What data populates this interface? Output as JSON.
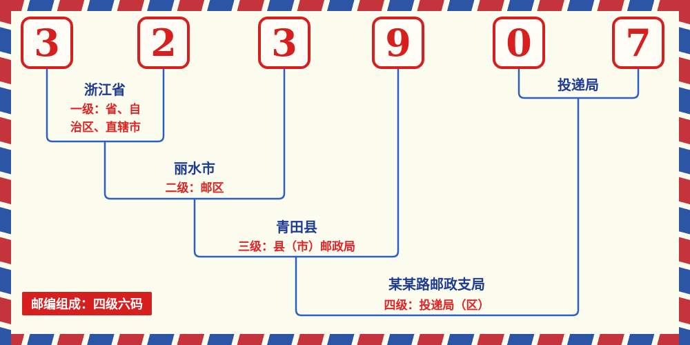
{
  "code": {
    "digits": [
      "3",
      "2",
      "3",
      "9",
      "0",
      "7"
    ]
  },
  "levels": [
    {
      "name": "浙江省",
      "desc": "一级：省、自治区、直辖市"
    },
    {
      "name": "丽水市",
      "desc": "二级：邮区"
    },
    {
      "name": "青田县",
      "desc": "三级：县（市）邮政局"
    },
    {
      "name": "某某路邮政支局",
      "desc": "四级：投递局（区）"
    }
  ],
  "delivery": {
    "label": "投递局"
  },
  "footer": {
    "badge": "邮编组成：四级六码"
  },
  "colors": {
    "accent_red": "#d6201f",
    "navy_blue": "#1d3a94",
    "line_blue": "#2c5fc4",
    "border_red": "#c5343c",
    "border_blue": "#2d55a5",
    "background": "#fcfcef"
  }
}
